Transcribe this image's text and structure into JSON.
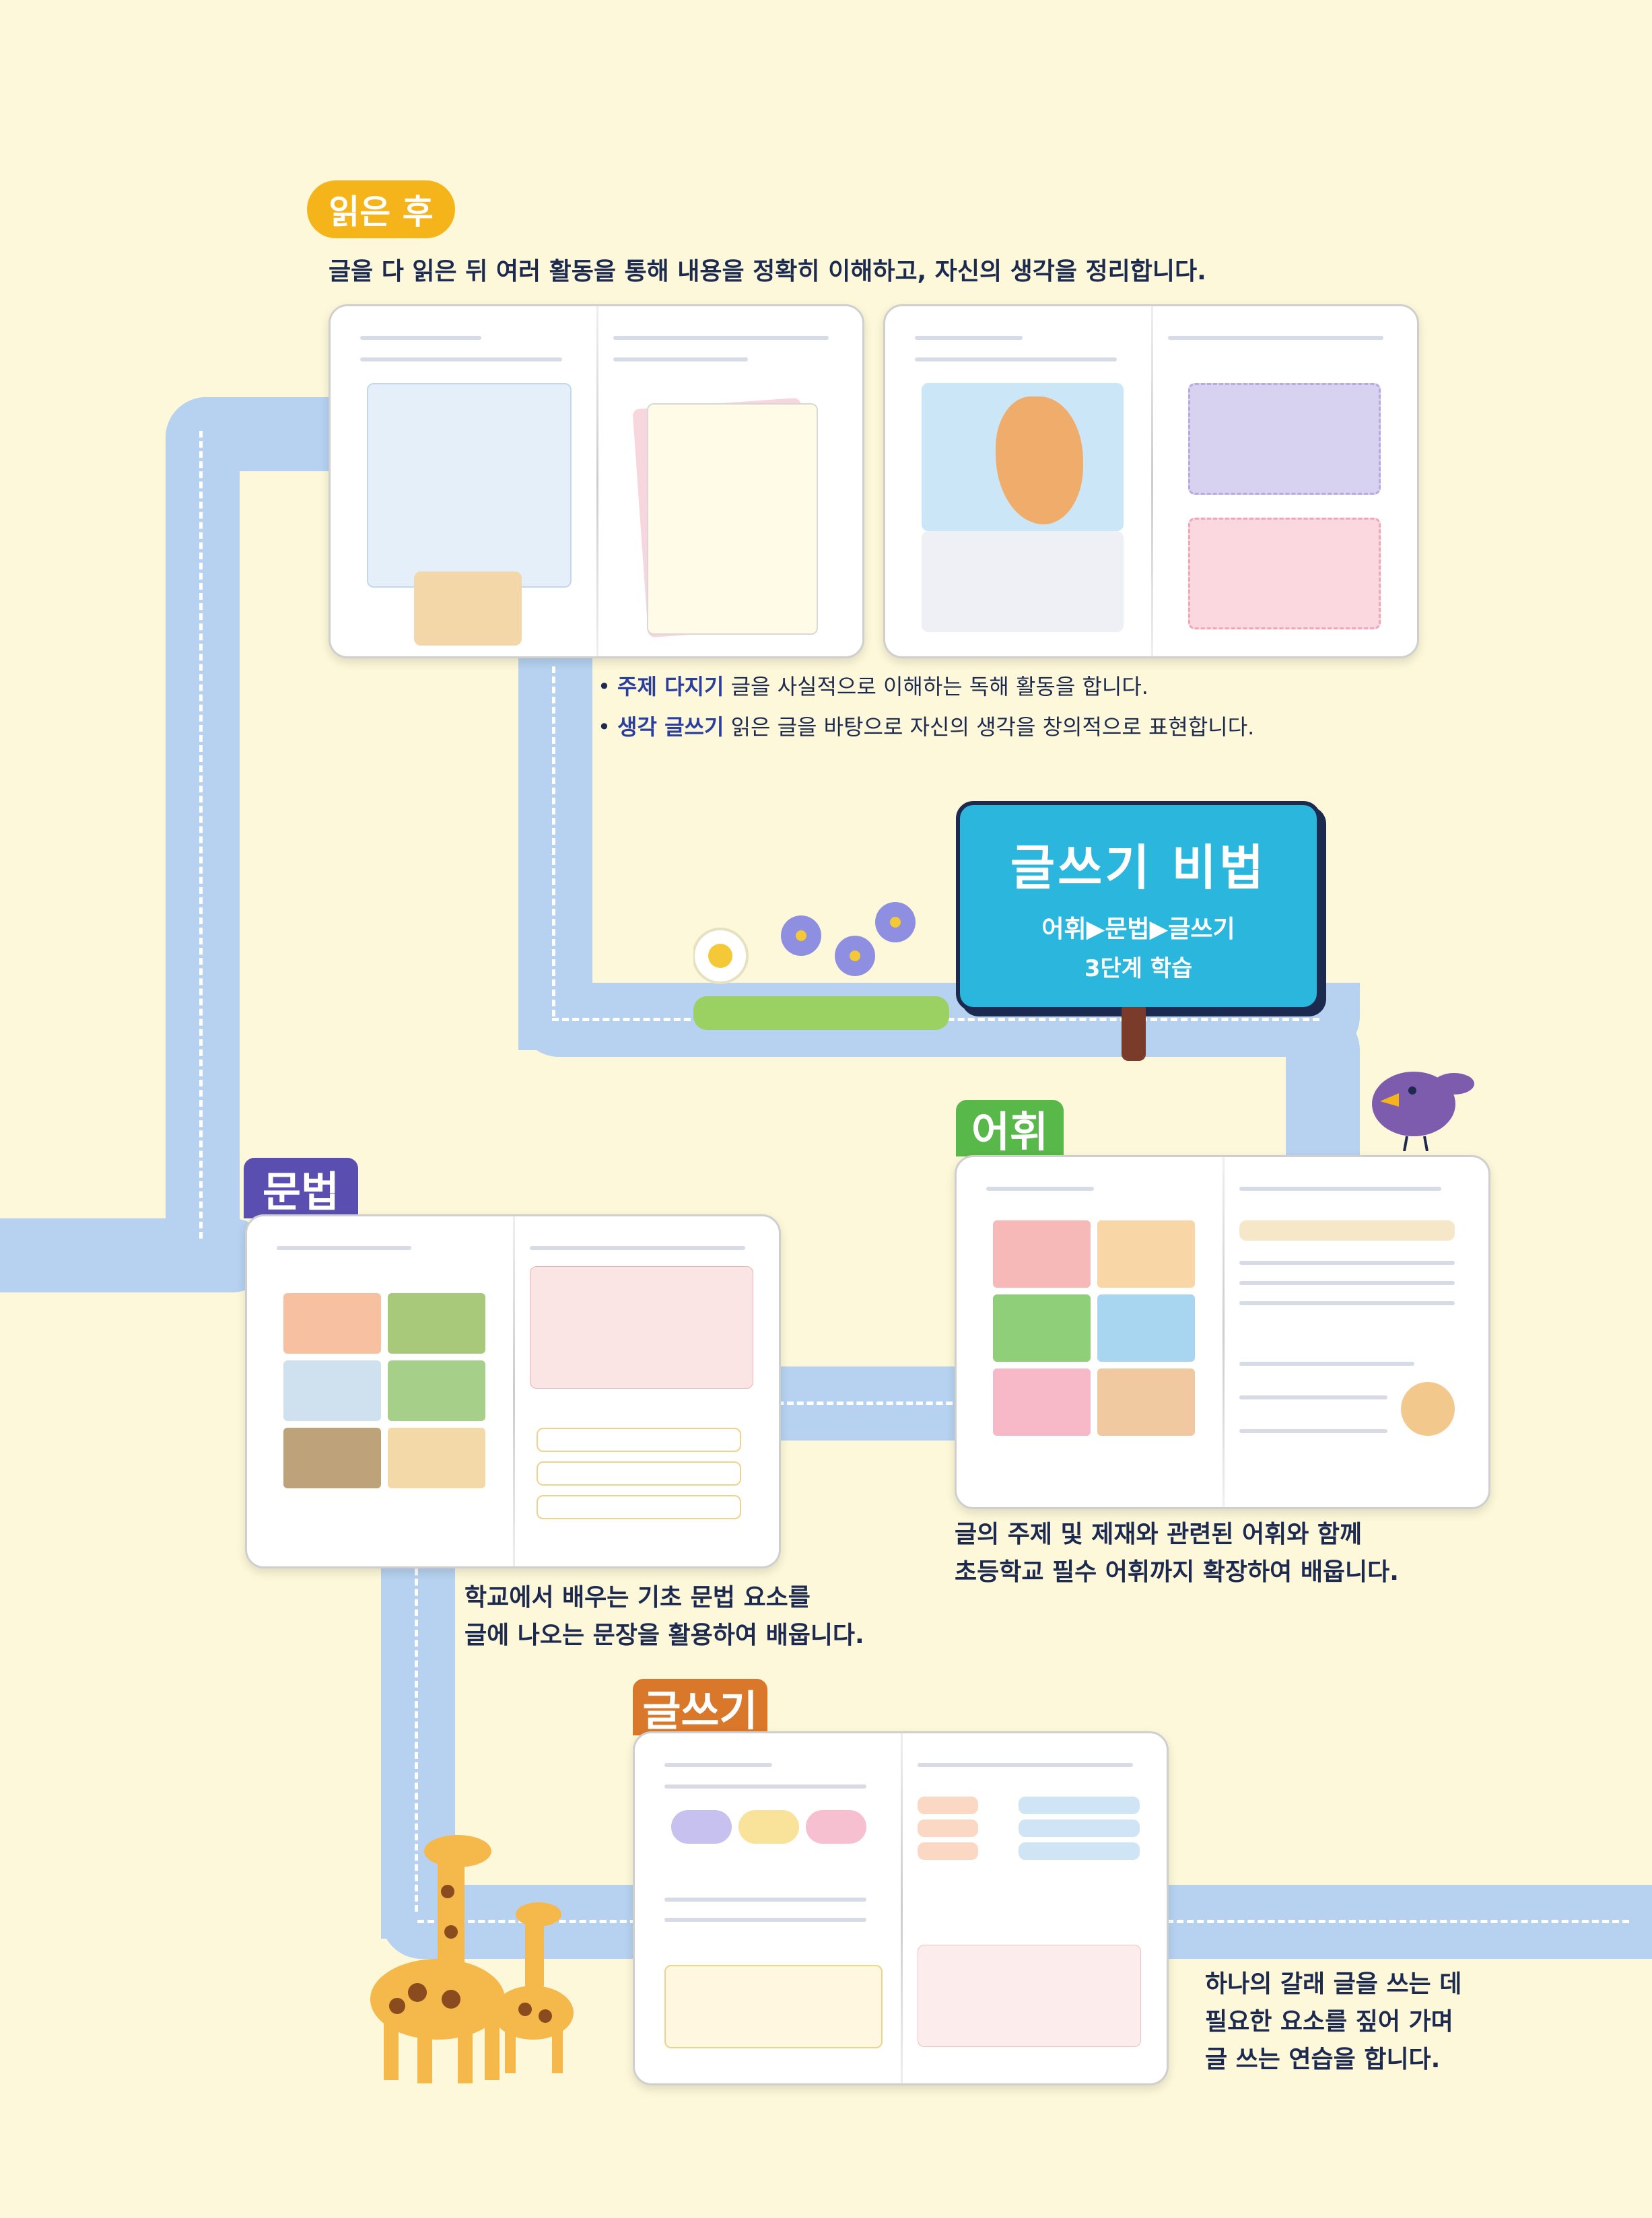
{
  "after_reading": {
    "tag": "읽은 후",
    "headline": "글을 다 읽은 뒤 여러 활동을 통해 내용을 정확히 이해하고, 자신의 생각을 정리합니다.",
    "bullets": [
      {
        "term": "주제 다지기",
        "text": "글을 사실적으로 이해하는 독해 활동을 합니다."
      },
      {
        "term": "생각 글쓰기",
        "text": "읽은 글을 바탕으로 자신의 생각을 창의적으로 표현합니다."
      }
    ]
  },
  "sign": {
    "title": "글쓰기 비법",
    "steps": "어휘▶문법▶글쓰기",
    "sub": "3단계 학습"
  },
  "vocab": {
    "tag": "어휘",
    "caption_lines": [
      "글의 주제 및 제재와 관련된 어휘와 함께",
      "초등학교 필수 어휘까지 확장하여 배웁니다."
    ]
  },
  "grammar": {
    "tag": "문법",
    "caption_lines": [
      "학교에서 배우는 기초 문법 요소를",
      "글에 나오는 문장을 활용하여 배웁니다."
    ]
  },
  "writing": {
    "tag": "글쓰기",
    "caption_lines": [
      "하나의 갈래 글을 쓰는 데",
      "필요한 요소를 짚어 가며",
      "글 쓰는 연습을 합니다."
    ]
  },
  "colors": {
    "background": "#fdf8d9",
    "road": "#b6d2f0",
    "after_tag": "#f5b51a",
    "vocab_tag": "#59b84a",
    "grammar_tag": "#5a4fb0",
    "writing_tag": "#d9782b",
    "sign": "#2bb6de"
  }
}
